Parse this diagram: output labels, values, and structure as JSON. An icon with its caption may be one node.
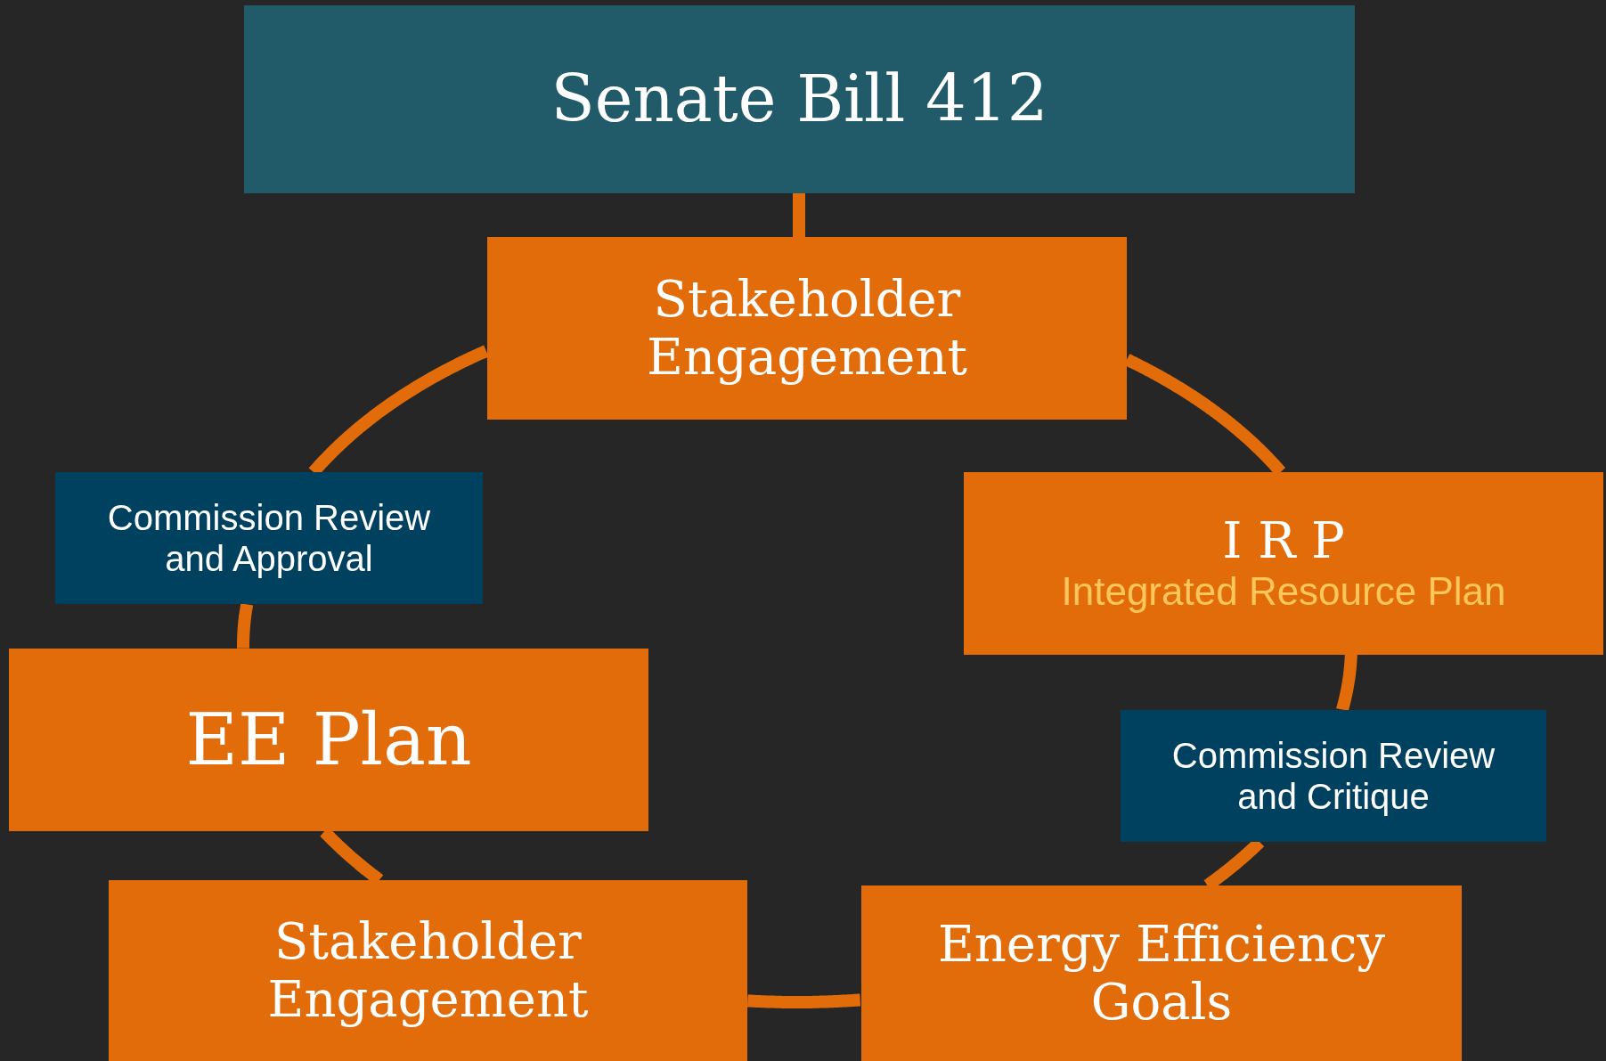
{
  "diagram": {
    "nodes": [
      {
        "text": [
          "Senate Bill 412"
        ]
      },
      {
        "text": [
          "Stakeholder Engagement"
        ]
      },
      {
        "text": [
          "Commission Review and Approval"
        ]
      },
      {
        "text": [
          "I R P",
          "Integrated Resource Plan"
        ]
      },
      {
        "text": [
          "EE Plan"
        ]
      },
      {
        "text": [
          "Commission Review and Critique"
        ]
      },
      {
        "text": [
          "Stakeholder Engagement"
        ]
      },
      {
        "text": [
          "Energy Efficiency Goals"
        ]
      }
    ],
    "edges": [
      {
        "from": 0,
        "to": 1,
        "arrow": "none"
      },
      {
        "from": 1,
        "to": 2,
        "arrow": "none"
      },
      {
        "from": 2,
        "to": 4,
        "arrow": "none"
      },
      {
        "from": 4,
        "to": 6,
        "arrow": "none"
      },
      {
        "from": 6,
        "to": 7,
        "arrow": "none"
      },
      {
        "from": 7,
        "to": 5,
        "arrow": "none"
      },
      {
        "from": 5,
        "to": 3,
        "arrow": "none"
      },
      {
        "from": 3,
        "to": 1,
        "arrow": "none"
      }
    ]
  }
}
